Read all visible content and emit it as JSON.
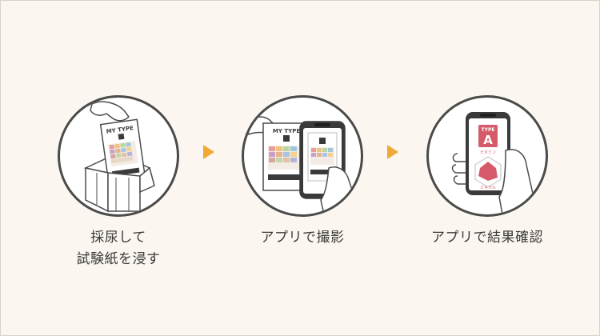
{
  "steps": [
    {
      "label_line1": "採尿して",
      "label_line2": "試験紙を浸す",
      "card_title": "MY TYPE"
    },
    {
      "label_line1": "アプリで撮影",
      "card_title": "MY TYPE"
    },
    {
      "label_line1": "アプリで結果確認",
      "result_type_label": "TYPE",
      "result_type_value": "A",
      "result_label_vitamin": "ビタミン",
      "result_label_mineral": "ミネラル"
    }
  ],
  "colors": {
    "background": "#fbf6ef",
    "circle_border": "#4b4b4b",
    "arrow": "#f0a936",
    "accent": "#d65b6a"
  },
  "icons": {
    "arrow": "triangle-right-icon"
  }
}
